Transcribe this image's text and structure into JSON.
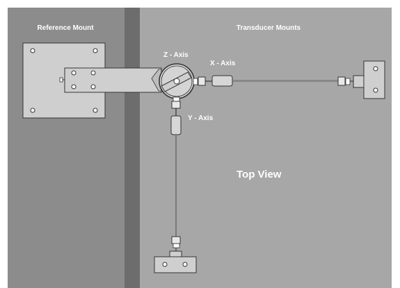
{
  "labels": {
    "reference_mount": "Reference Mount",
    "transducer_mounts": "Transducer Mounts",
    "z_axis": "Z - Axis",
    "x_axis": "X - Axis",
    "y_axis": "Y - Axis",
    "view": "Top View"
  },
  "colors": {
    "left_panel": "#8c8c8c",
    "right_panel": "#a7a7a7",
    "divider": "#6d6d6d",
    "plate": "#cfcfcf",
    "outline": "#333333",
    "text": "#ffffff"
  }
}
